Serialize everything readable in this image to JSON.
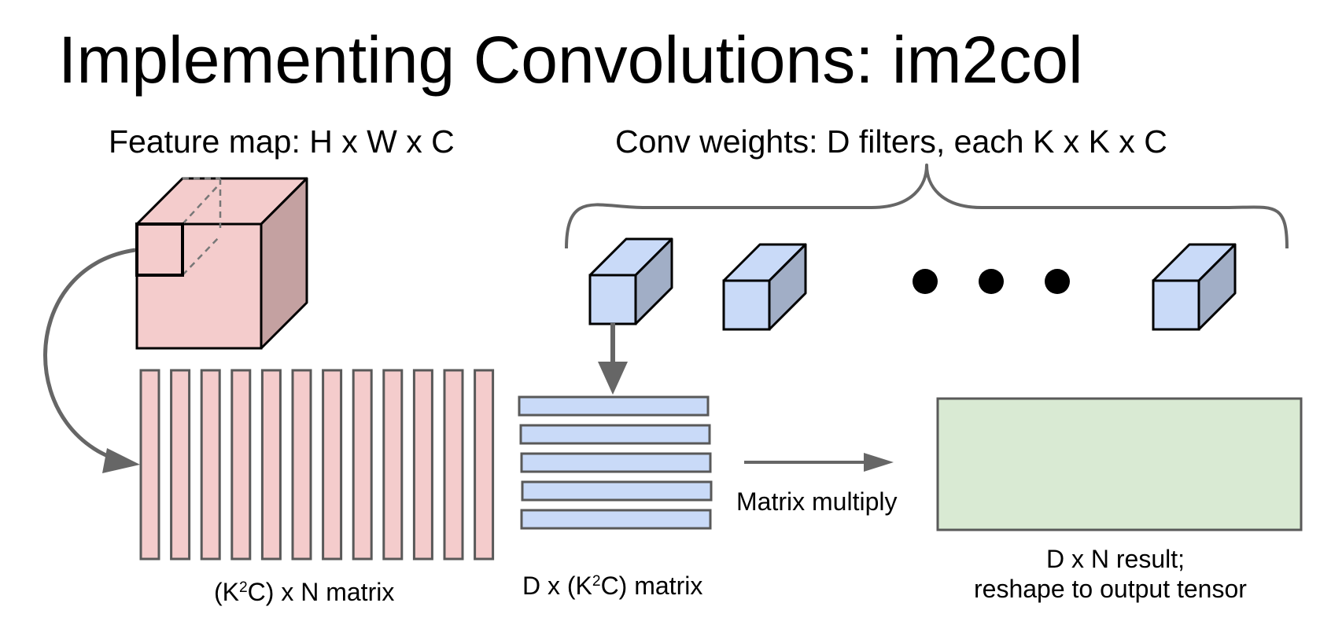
{
  "title": "Implementing Convolutions: im2col",
  "feature_map": {
    "label": "Feature map: H x W x C",
    "column_count": 12
  },
  "conv_weights": {
    "label": "Conv weights: D filters, each K x K x C",
    "filters_drawn": 4,
    "ellipsis_dots": 3
  },
  "column_matrix": {
    "label_prefix": "(K",
    "label_sup": "2",
    "label_suffix": "C) x N matrix"
  },
  "row_matrix": {
    "label_prefix": "D x (K",
    "label_sup": "2",
    "label_suffix": "C) matrix",
    "row_count": 5
  },
  "operation": {
    "label": "Matrix multiply"
  },
  "result": {
    "label_line1": "D x N result;",
    "label_line2": "reshape to output tensor"
  },
  "colors": {
    "pink_fill": "#f4cccc",
    "pink_side": "#c4a1a1",
    "blue_fill": "#c9daf8",
    "blue_side": "#a1aec6",
    "green_fill": "#d9ead3",
    "stroke_dark": "#000000",
    "stroke_gray": "#595959",
    "arrow_gray": "#666666"
  }
}
